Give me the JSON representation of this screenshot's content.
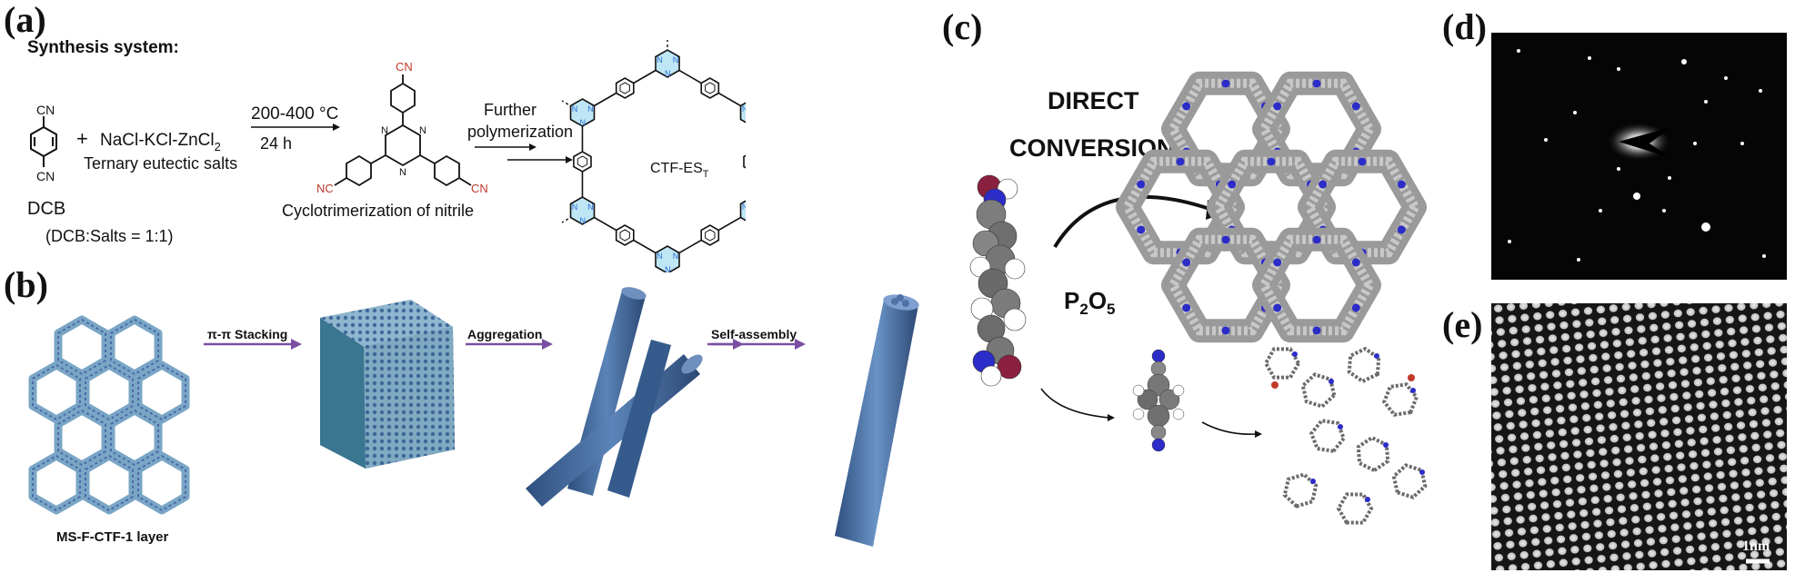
{
  "panel_a": {
    "label": "(a)",
    "synthesis_title": "Synthesis system:",
    "monomer_cn": "CN",
    "monomer_name": "DCB",
    "ratio": "(DCB:Salts = 1:1)",
    "plus": "+",
    "salts": "NaCl-KCl-ZnCl",
    "salts_sub": "2",
    "salts_desc": "Ternary eutectic salts",
    "cond_temp": "200-400 °C",
    "cond_time": "24 h",
    "trimer_cn_top": "CN",
    "trimer_cn_left": "NC",
    "trimer_cn_right": "CN",
    "triazine_n": "N",
    "trimer_caption": "Cyclotrimerization of nitrile",
    "further_1": "Further",
    "further_2": "polymerization",
    "product": "CTF-ES",
    "product_sub": "T"
  },
  "panel_b": {
    "label": "(b)",
    "layer_caption": "MS-F-CTF-1 layer",
    "step1": "π-π Stacking",
    "step2": "Aggregation",
    "step3": "Self-assembly"
  },
  "panel_c": {
    "label": "(c)",
    "title_1": "DIRECT",
    "title_2": "CONVERSION",
    "reagent": "P",
    "reagent_sub1": "2",
    "reagent_mid": "O",
    "reagent_sub2": "5"
  },
  "panel_d": {
    "label": "(d)"
  },
  "panel_e": {
    "label": "(e)",
    "scale_bar": "1nm"
  },
  "colors": {
    "triazine_fill": "#bfe6f5",
    "triazine_n": "#2a6fd6",
    "nitrile": "#c03a2b",
    "arrow_b": "#7a4fa3",
    "nitrogen_atom": "#2c2cc8",
    "oxygen_atom": "#8a2040"
  }
}
